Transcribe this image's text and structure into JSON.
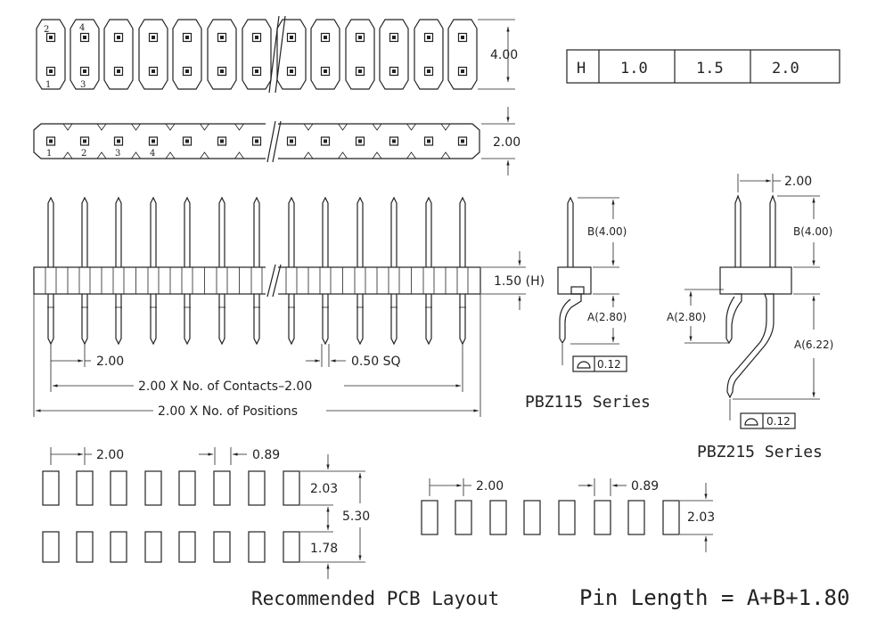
{
  "header_table": {
    "h": "H",
    "values": [
      "1.0",
      "1.5",
      "2.0"
    ]
  },
  "dims": {
    "top_height": "4.00",
    "single_height": "2.00",
    "insulator_h": "1.50 (H)",
    "pitch": "2.00",
    "pin_sq": "0.50 SQ",
    "contacts_len": "2.00 X No. of Contacts–2.00",
    "positions_len": "2.00 X No. of Positions",
    "pbz115_b": "B(4.00)",
    "pbz115_a": "A(2.80)",
    "pbz115_tol": "0.12",
    "pbz215_pitch": "2.00",
    "pbz215_b": "B(4.00)",
    "pbz215_a1": "A(2.80)",
    "pbz215_a2": "A(6.22)",
    "pbz215_tol": "0.12",
    "pcb_pitch": "2.00",
    "pcb_pad_w": "0.89",
    "pcb_pad_h1": "2.03",
    "pcb_row_sep": "5.30",
    "pcb_pad_h2": "1.78",
    "pcb2_pitch": "2.00",
    "pcb2_pad_w": "0.89",
    "pcb2_pad_h": "2.03"
  },
  "pin_numbers": {
    "dual_top": [
      "2",
      "4"
    ],
    "dual_bottom": [
      "1",
      "3"
    ],
    "single": [
      "1",
      "2",
      "3",
      "4"
    ]
  },
  "titles": {
    "pbz115": "PBZ115 Series",
    "pbz215": "PBZ215 Series",
    "pcb": "Recommended PCB Layout",
    "formula": "Pin Length = A+B+1.80"
  }
}
